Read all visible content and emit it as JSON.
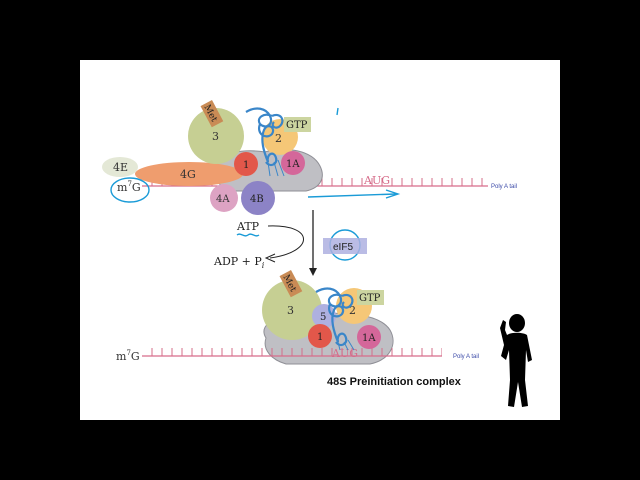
{
  "top_complex": {
    "mrna": {
      "cap": "m7G",
      "cap_base": "m",
      "cap_sup": "7",
      "cap_tail": "G",
      "start_codon": "AUG",
      "poly_a": "Poly A tail"
    },
    "factors": {
      "eIF4E": "4E",
      "eIF4G": "4G",
      "eIF3": "3",
      "eIF2": "2",
      "eIF1": "1",
      "eIF1A": "1A",
      "eIF4A": "4A",
      "eIF4B": "4B"
    },
    "trna_label": "Met",
    "gtp_label": "GTP"
  },
  "reaction": {
    "atp": "ATP",
    "adp_pi": "ADP + P",
    "pi_subscript": "i",
    "eif5_label": "eIF5"
  },
  "bottom_complex": {
    "mrna": {
      "cap": "m7G",
      "cap_base": "m",
      "cap_sup": "7",
      "cap_tail": "G",
      "start_codon": "AUG",
      "poly_a": "Poly A tail"
    },
    "factors": {
      "eIF3": "3",
      "eIF5": "5",
      "eIF2": "2",
      "eIF1": "1",
      "eIF1A": "1A"
    },
    "trna_label": "Met",
    "gtp_label": "GTP",
    "caption": "48S Preinitiation complex"
  },
  "colors": {
    "eIF3": "#c6cf93",
    "eIF2": "#f5c777",
    "eIF1": "#e2574a",
    "eIF1A": "#d4679a",
    "eIF4G": "#ef9d6e",
    "eIF4E": "#e4e8d6",
    "eIF4A": "#dda3c3",
    "eIF4B": "#8c83c6",
    "ribosome": "#bfbfc4",
    "mrna": "#d66c8a",
    "trna": "#3a86c9",
    "met_tag": "#c98b55",
    "gtp_tag": "#ccd5a0",
    "annotation": "#1a9bd7",
    "eif5_tag": "#aeb0e0",
    "poly_a_text": "#3b4aa8"
  }
}
